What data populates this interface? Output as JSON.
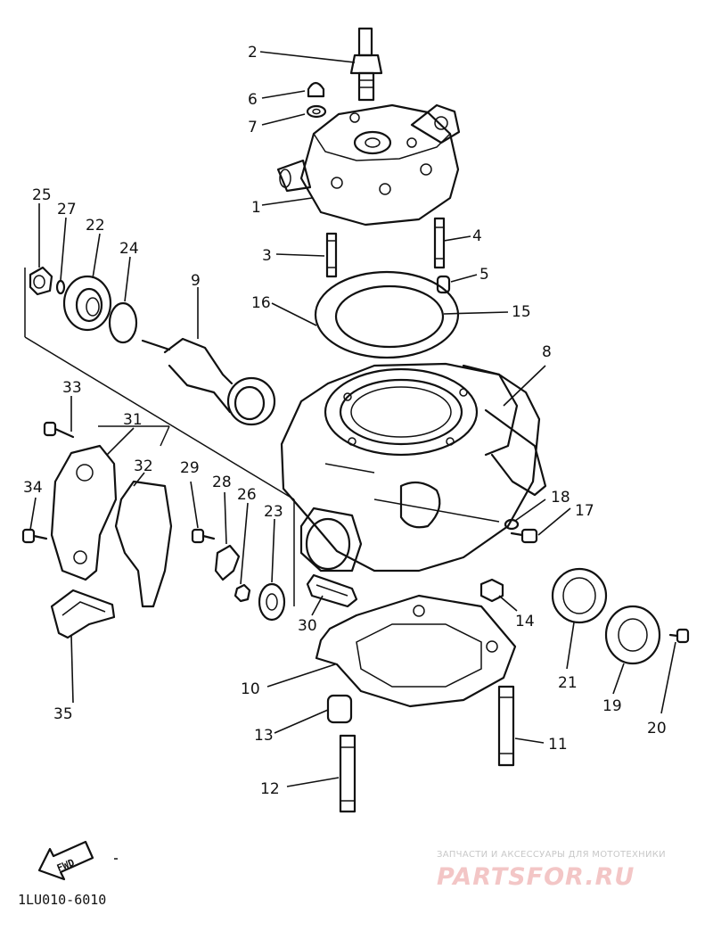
{
  "diagram_code": "1LU010-6010",
  "fwd_label": "FWD",
  "watermark": {
    "subtitle": "ЗАПЧАСТИ И АКСЕССУАРЫ ДЛЯ МОТОТЕХНИКИ",
    "brand": "PARTSFOR.RU"
  },
  "callouts": [
    "1",
    "2",
    "3",
    "4",
    "5",
    "6",
    "7",
    "8",
    "9",
    "10",
    "11",
    "12",
    "13",
    "14",
    "15",
    "16",
    "17",
    "18",
    "19",
    "20",
    "21",
    "22",
    "23",
    "24",
    "25",
    "26",
    "27",
    "28",
    "29",
    "30",
    "31",
    "32",
    "33",
    "34",
    "35"
  ]
}
